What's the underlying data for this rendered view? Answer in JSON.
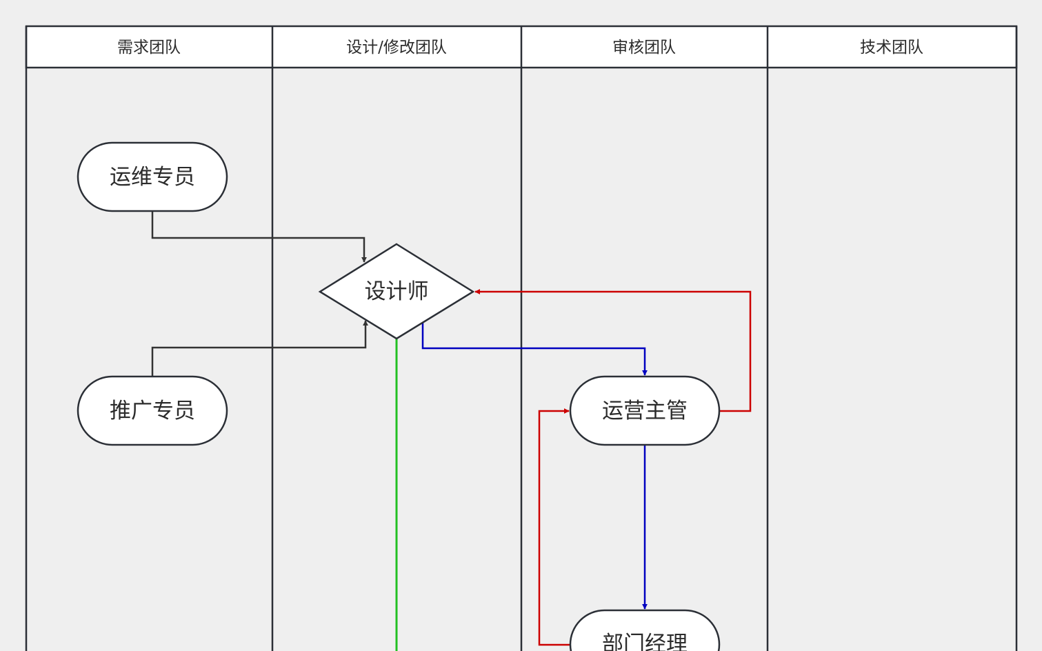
{
  "lanes": [
    {
      "title": "需求团队"
    },
    {
      "title": "设计/修改团队"
    },
    {
      "title": "审核团队"
    },
    {
      "title": "技术团队"
    }
  ],
  "nodes": {
    "ops_specialist": {
      "label": "运维专员",
      "shape": "terminator"
    },
    "promo_specialist": {
      "label": "推广专员",
      "shape": "terminator"
    },
    "designer": {
      "label": "设计师",
      "shape": "decision"
    },
    "ops_supervisor": {
      "label": "运营主管",
      "shape": "terminator"
    },
    "dept_manager": {
      "label": "部门经理",
      "shape": "terminator"
    }
  },
  "connectors": [
    {
      "from": "ops_specialist",
      "to": "designer",
      "color": "#333333"
    },
    {
      "from": "promo_specialist",
      "to": "designer",
      "color": "#333333"
    },
    {
      "from": "designer",
      "to": "ops_supervisor",
      "color": "#0000c0"
    },
    {
      "from": "ops_supervisor",
      "to": "designer",
      "color": "#cc0000"
    },
    {
      "from": "ops_supervisor",
      "to": "dept_manager",
      "color": "#0000c0"
    },
    {
      "from": "dept_manager",
      "to": "ops_supervisor",
      "color": "#cc0000"
    },
    {
      "from": "designer",
      "to": "",
      "color": "#22c022"
    }
  ],
  "colors": {
    "background": "#efefef",
    "header_fill": "#ffffff",
    "node_fill": "#ffffff",
    "stroke": "#2b2f36",
    "black_connector": "#333333",
    "blue_connector": "#0000c0",
    "red_connector": "#cc0000",
    "green_connector": "#22c022"
  }
}
